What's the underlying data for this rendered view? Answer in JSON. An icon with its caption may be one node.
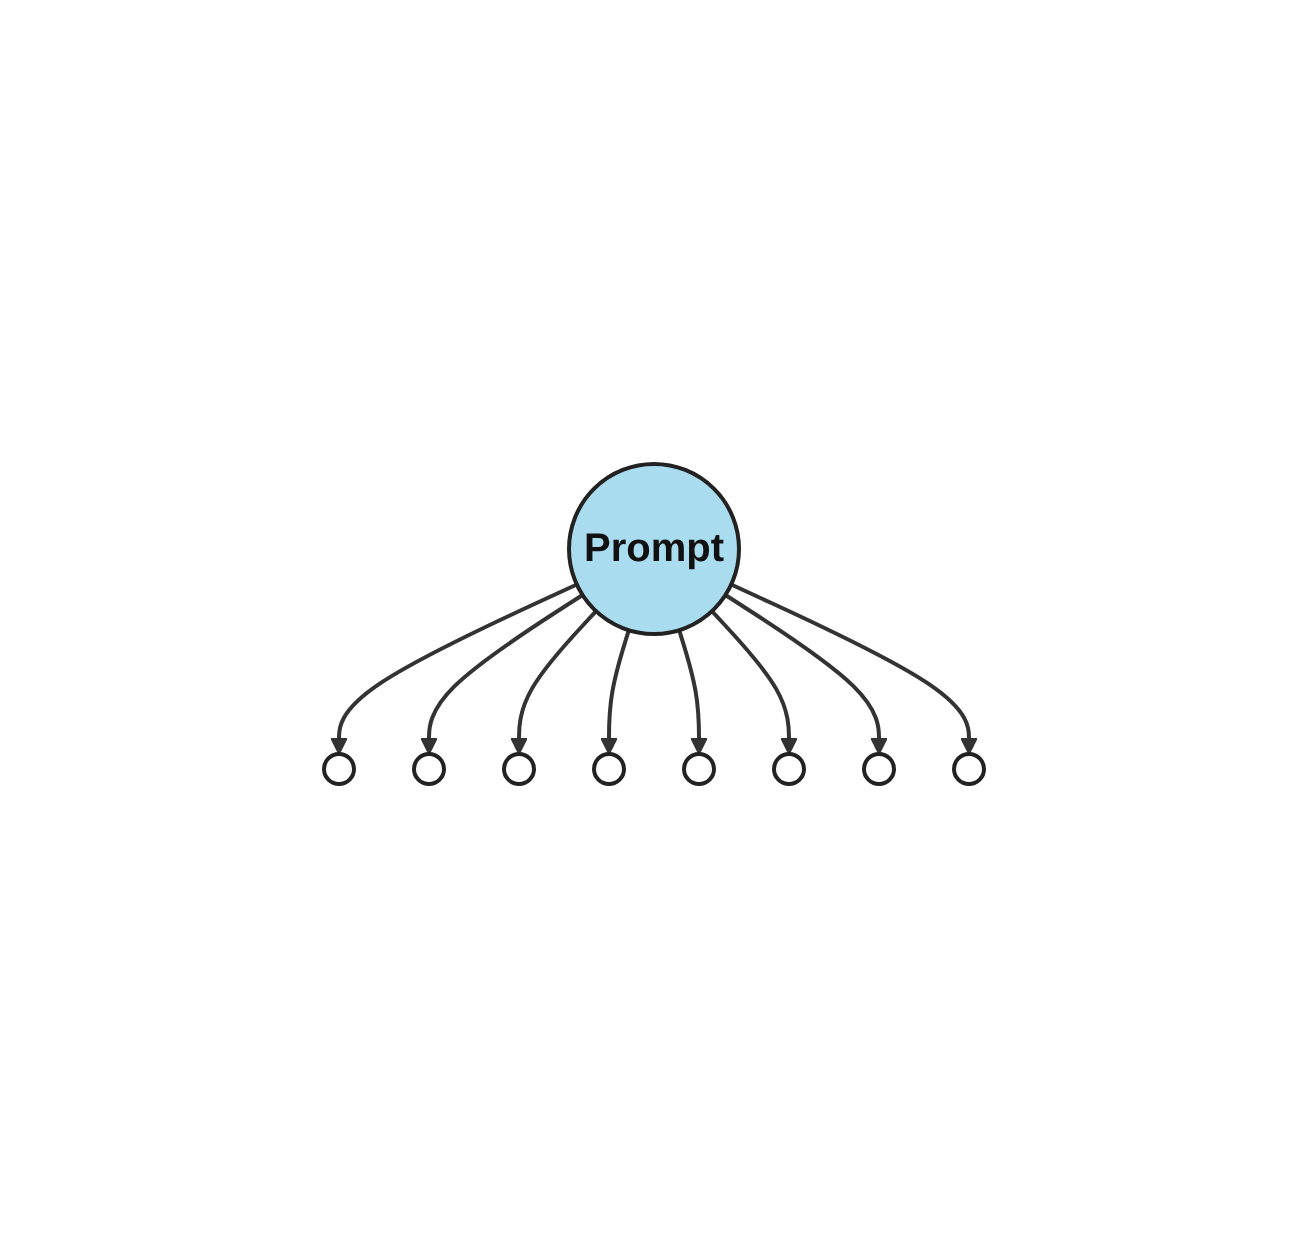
{
  "diagram": {
    "nodes": [
      {
        "text": [],
        "shape": "circle"
      },
      {
        "text": [],
        "shape": "circle"
      },
      {
        "text": [],
        "shape": "circle"
      },
      {
        "text": [],
        "shape": "circle"
      },
      {
        "text": [
          "Prompt"
        ]
      },
      {
        "text": [],
        "shape": "circle"
      },
      {
        "text": [],
        "shape": "circle"
      },
      {
        "text": [],
        "shape": "circle"
      },
      {
        "text": [],
        "shape": "circle"
      }
    ],
    "edges": [
      {
        "from": 4,
        "to": 0,
        "arrow": "to"
      },
      {
        "from": 4,
        "to": 1,
        "arrow": "to"
      },
      {
        "from": 4,
        "to": 2,
        "arrow": "to"
      },
      {
        "from": 4,
        "to": 3,
        "arrow": "to"
      },
      {
        "from": 4,
        "to": 5,
        "arrow": "to"
      },
      {
        "from": 4,
        "to": 6,
        "arrow": "to"
      },
      {
        "from": 4,
        "to": 7,
        "arrow": "to"
      },
      {
        "from": 4,
        "to": 8,
        "arrow": "to"
      }
    ]
  }
}
